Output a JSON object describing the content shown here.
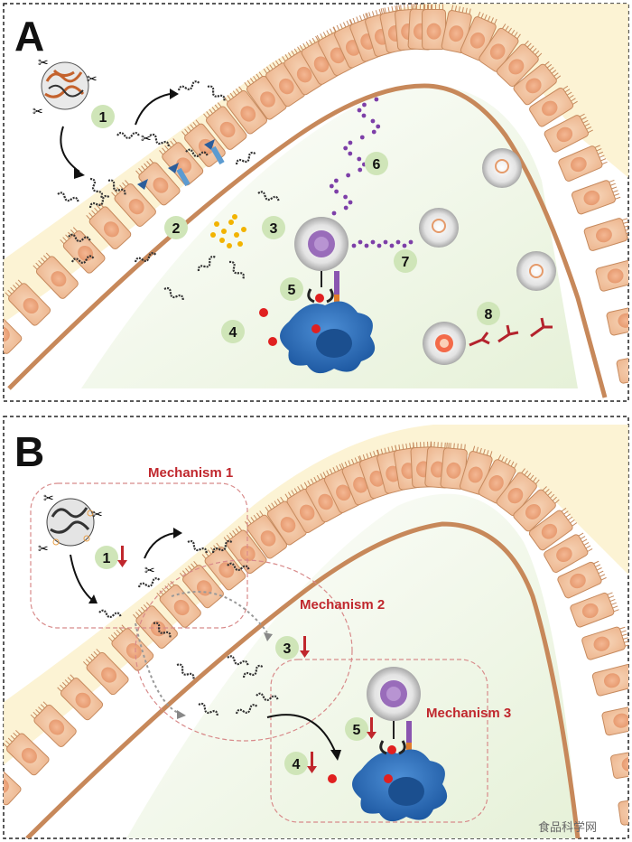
{
  "panels": [
    {
      "label": "A",
      "steps": [
        "1",
        "2",
        "3",
        "4",
        "5",
        "6",
        "7",
        "8"
      ]
    },
    {
      "label": "B",
      "steps": [
        "1",
        "3",
        "4",
        "5"
      ],
      "mechanisms": [
        "Mechanism 1",
        "Mechanism 2",
        "Mechanism 3"
      ]
    }
  ],
  "watermark": "食品科学网",
  "colors": {
    "epithelium": "#f3c9a4",
    "nucleus": "#e99a6c",
    "basement": "#c7885a",
    "mucus": "#fbeec6",
    "lumen_tint": "#eef5e3",
    "badge": "#cfe5b8",
    "mechanism_red": "#c0272d",
    "dendritic_cell": "#2f6fb8",
    "tcell_purple": "#8a55b0",
    "antibody": "#b4232d"
  }
}
